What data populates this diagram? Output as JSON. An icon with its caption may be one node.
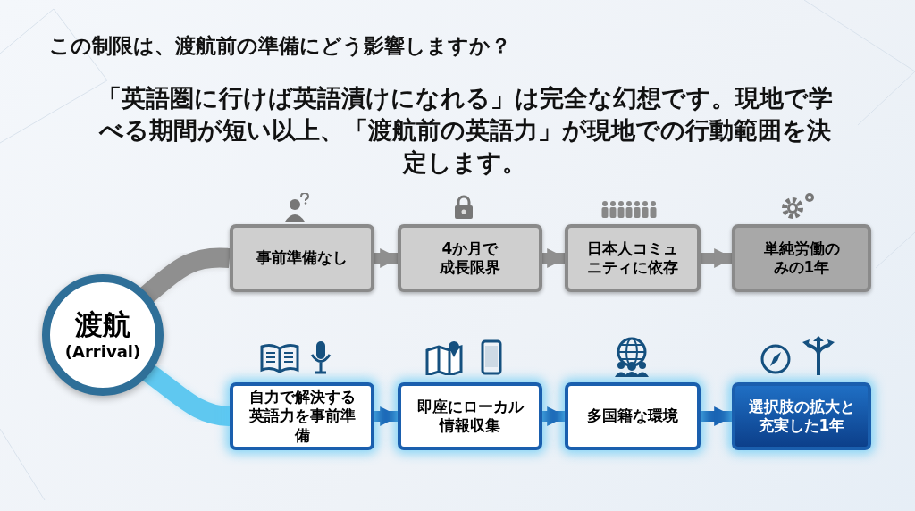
{
  "diagram": {
    "title": "この制限は、渡航前の準備にどう影響しますか？",
    "nodes": [
      {
        "text": [
          "渡航",
          "(Arrival)"
        ]
      },
      {
        "text": [
          "事前準備なし"
        ]
      },
      {
        "text": [
          "4か月で成長限界"
        ]
      },
      {
        "text": [
          "日本人コミュニティに依存"
        ]
      },
      {
        "text": [
          "単純労働のみの1年"
        ]
      },
      {
        "text": [
          "自力で解決する英語力を事前準備"
        ]
      },
      {
        "text": [
          "即座にローカル情報収集"
        ]
      },
      {
        "text": [
          "多国籍な環境"
        ]
      },
      {
        "text": [
          "選択肢の拡大と充実した1年"
        ]
      }
    ],
    "edges": [
      {
        "from": 0,
        "to": 1,
        "arrow": "none",
        "style": "thick",
        "color": "#8f8f8f"
      },
      {
        "from": 1,
        "to": 2,
        "arrow": "to",
        "color": "#8f8f8f"
      },
      {
        "from": 2,
        "to": 3,
        "arrow": "to",
        "color": "#8f8f8f"
      },
      {
        "from": 3,
        "to": 4,
        "arrow": "to",
        "color": "#8f8f8f"
      },
      {
        "from": 0,
        "to": 5,
        "arrow": "none",
        "style": "thick",
        "color": "#5fc8f0"
      },
      {
        "from": 5,
        "to": 6,
        "arrow": "to",
        "color": "#1a64b4"
      },
      {
        "from": 6,
        "to": 7,
        "arrow": "to",
        "color": "#1a64b4"
      },
      {
        "from": 7,
        "to": 8,
        "arrow": "to",
        "color": "#1a64b4"
      }
    ],
    "labels": [
      "「英語圏に行けば英語漬けになれる」は完全な幻想です。現地で学べる期間が短い以上、「渡航前の英語力」が現地での行動範囲を決定します。"
    ]
  }
}
